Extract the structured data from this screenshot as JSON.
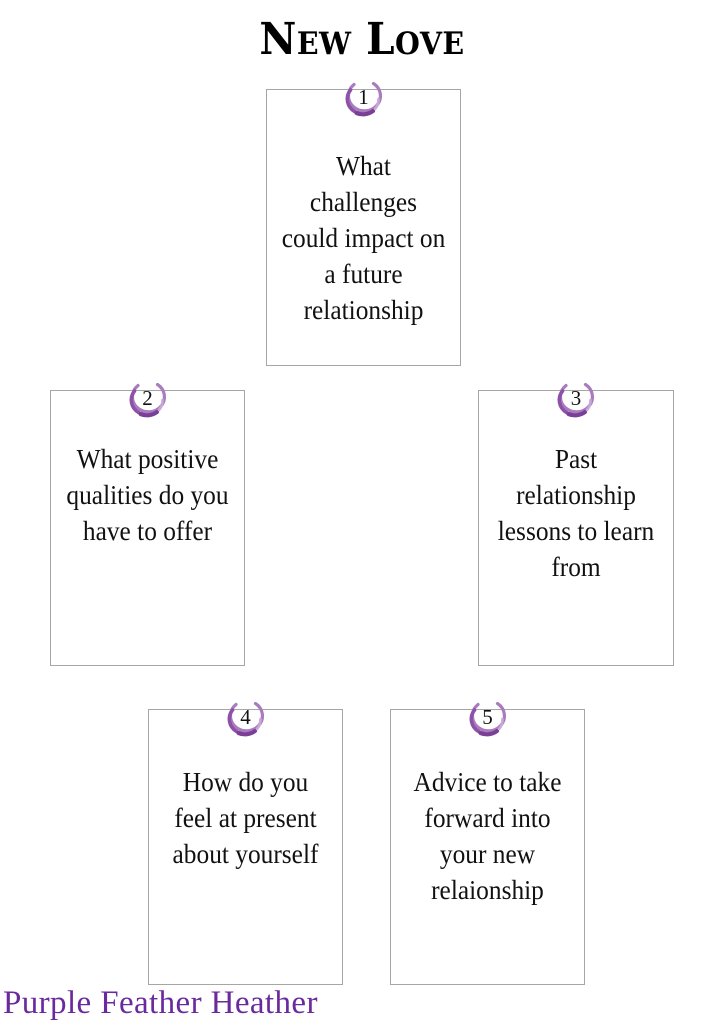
{
  "page": {
    "title": "New Love",
    "background_color": "#ffffff",
    "card_border_color": "#a6a6a6",
    "text_color": "#111111"
  },
  "badge": {
    "icon_name": "stamped-circle-badge",
    "ring_color": "#9b6fb0",
    "ring_color_dark": "#7a3f96",
    "ring_color_light": "#c9a8d8"
  },
  "cards": [
    {
      "number": "1",
      "text": "What challenges could impact on a future relationship"
    },
    {
      "number": "2",
      "text": "What positive qualities do you have to offer"
    },
    {
      "number": "3",
      "text": "Past relationship lessons to learn from"
    },
    {
      "number": "4",
      "text": "How do you feel at present about yourself"
    },
    {
      "number": "5",
      "text": "Advice to take forward into your new relaionship"
    }
  ],
  "footer": {
    "signature": "Purple Feather Heather",
    "color": "#6a2a9e"
  }
}
